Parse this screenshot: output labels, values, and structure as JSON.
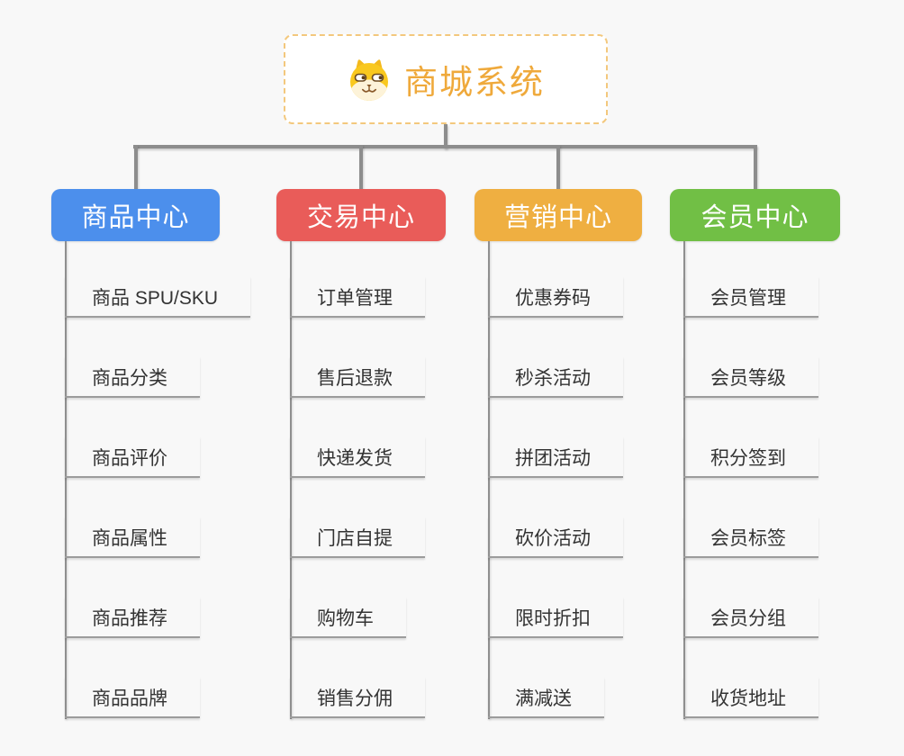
{
  "root": {
    "title": "商城系统",
    "icon": "shiba-dog-icon",
    "title_color": "#EFA93B",
    "border_color": "#F3C87D"
  },
  "connector_color": "#8D8D8D",
  "background_color": "#F8F8F8",
  "branches": [
    {
      "label": "商品中心",
      "color": "#4C8FEC",
      "children": [
        "商品 SPU/SKU",
        "商品分类",
        "商品评价",
        "商品属性",
        "商品推荐",
        "商品品牌"
      ]
    },
    {
      "label": "交易中心",
      "color": "#E95C59",
      "children": [
        "订单管理",
        "售后退款",
        "快递发货",
        "门店自提",
        "购物车",
        "销售分佣"
      ]
    },
    {
      "label": "营销中心",
      "color": "#EFAF41",
      "children": [
        "优惠券码",
        "秒杀活动",
        "拼团活动",
        "砍价活动",
        "限时折扣",
        "满减送"
      ]
    },
    {
      "label": "会员中心",
      "color": "#71BF45",
      "children": [
        "会员管理",
        "会员等级",
        "积分签到",
        "会员标签",
        "会员分组",
        "收货地址"
      ]
    }
  ]
}
